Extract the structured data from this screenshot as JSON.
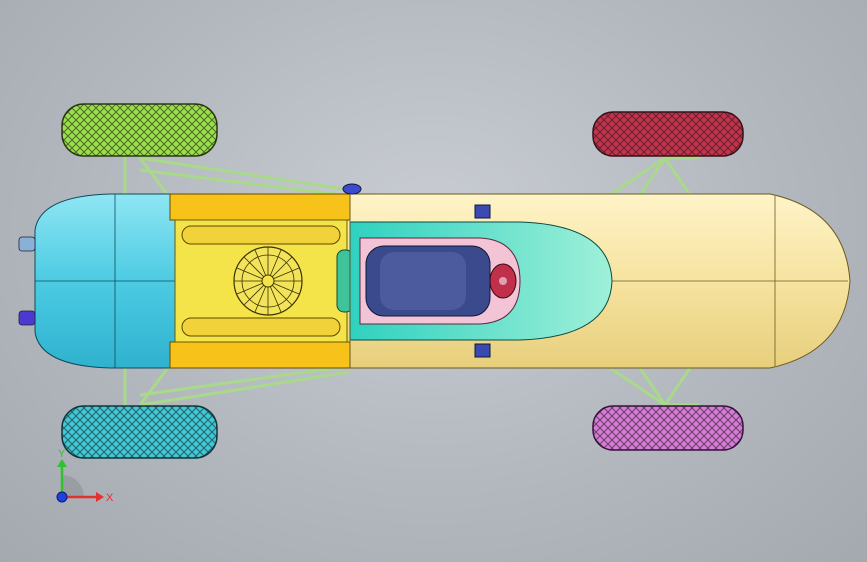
{
  "viewport": {
    "model": "race-car-top-view",
    "colors": {
      "background": "#b6bbc2",
      "body_rear": "#5fd3e8",
      "engine_deck": "#f5e34a",
      "engine_side": "#f7c21a",
      "body_main": "#f6e5a8",
      "cockpit_rim": "#4fe0c8",
      "seat": "#3b4a8c",
      "steering_wheel": "#c0304a",
      "frame": "#b8e39a",
      "tire_rear_left": "#9be04a",
      "tire_rear_right": "#3fc7d6",
      "tire_front_left": "#c4324c",
      "tire_front_right": "#d77ad6"
    }
  },
  "triad": {
    "x_label": "X",
    "y_label": "Y",
    "x_color": "#e53030",
    "y_color": "#30c030",
    "z_color": "#2040e0"
  }
}
